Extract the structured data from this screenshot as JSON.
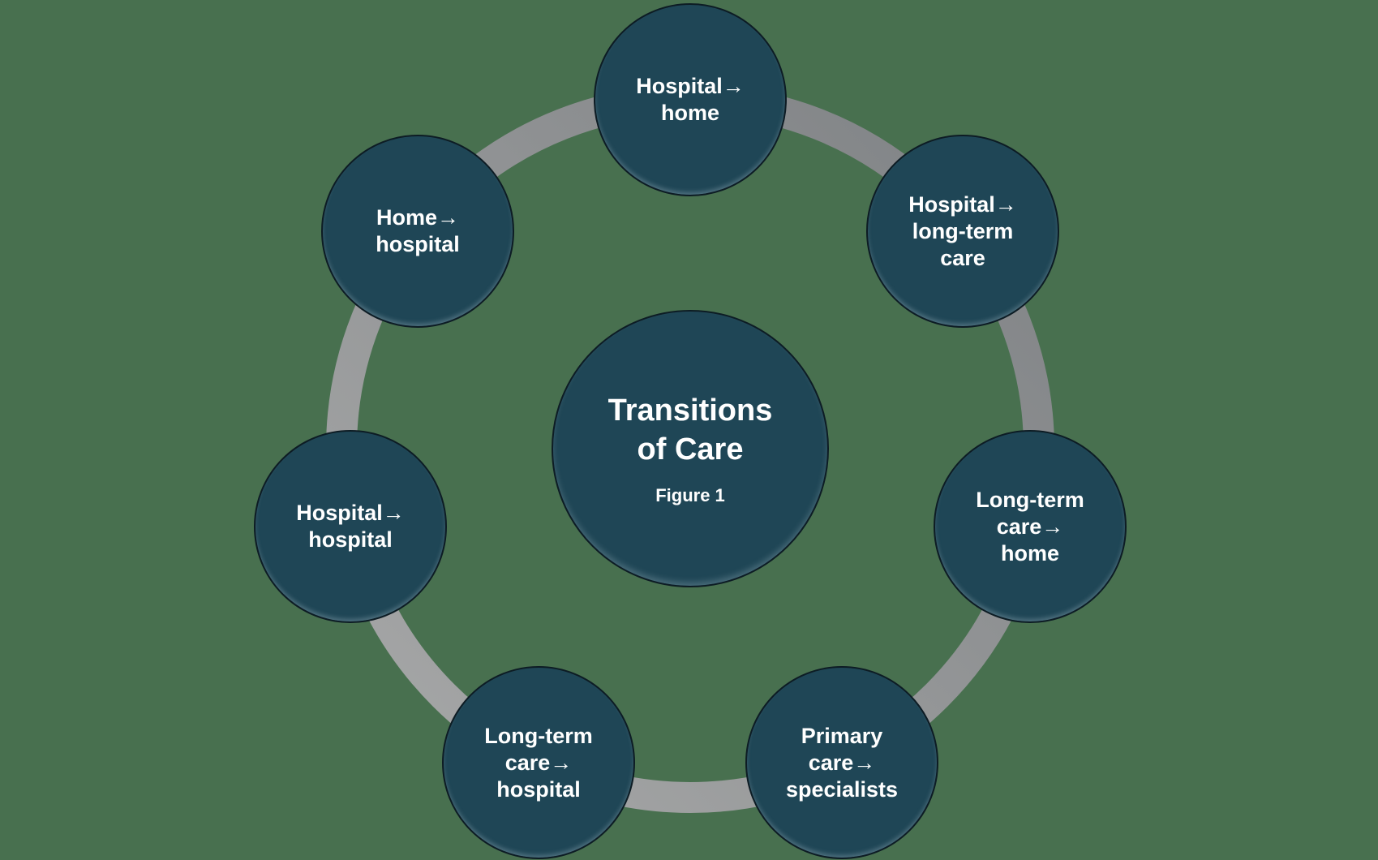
{
  "figure": {
    "title_line1": "Transitions",
    "title_line2": "of Care",
    "caption": "Figure 1"
  },
  "nodes": [
    {
      "id": "hospital-home",
      "lines": [
        "Hospital→",
        "home"
      ]
    },
    {
      "id": "hospital-long-term-care",
      "lines": [
        "Hospital→",
        "long-term",
        "care"
      ]
    },
    {
      "id": "long-term-care-home",
      "lines": [
        "Long-term",
        "care→",
        "home"
      ]
    },
    {
      "id": "primary-care-specialists",
      "lines": [
        "Primary",
        "care→",
        "specialists"
      ]
    },
    {
      "id": "long-term-care-hospital",
      "lines": [
        "Long-term",
        "care→",
        "hospital"
      ]
    },
    {
      "id": "hospital-hospital",
      "lines": [
        "Hospital→",
        "hospital"
      ]
    },
    {
      "id": "home-hospital",
      "lines": [
        "Home→",
        "hospital"
      ]
    }
  ],
  "colors": {
    "background": "#48704F",
    "node_fill": "#1F4656",
    "node_border": "#0D1C24",
    "text": "#FFFFFF",
    "ring_dark": "#7E8184",
    "ring_light": "#A8A9A9"
  }
}
